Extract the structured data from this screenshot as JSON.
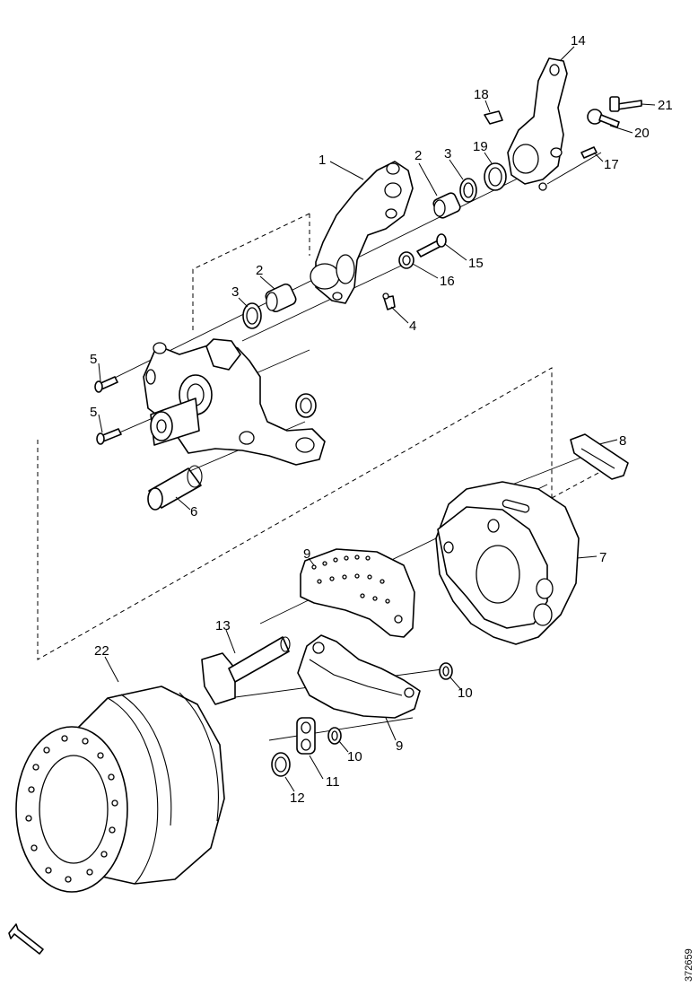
{
  "callouts": [
    "1",
    "2",
    "2",
    "3",
    "3",
    "4",
    "5",
    "5",
    "6",
    "7",
    "8",
    "9",
    "9",
    "10",
    "10",
    "11",
    "12",
    "13",
    "14",
    "15",
    "16",
    "17",
    "18",
    "19",
    "20",
    "21",
    "22"
  ],
  "drawing_code": "372659"
}
